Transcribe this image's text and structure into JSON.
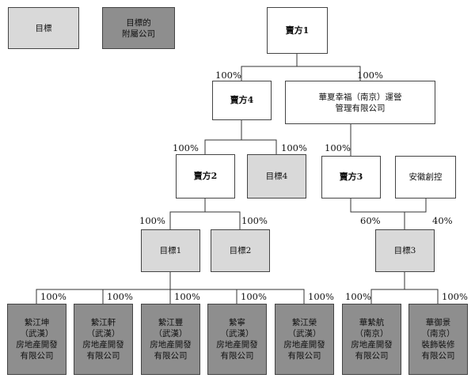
{
  "legend": {
    "target": "目標",
    "subsidiary": "目標的\n附屬公司"
  },
  "entities": {
    "seller1": "賣方1",
    "seller4": "賣方4",
    "huaxia_nanjing": "華夏幸福（南京）運營\n管理有限公司",
    "seller2": "賣方2",
    "target4": "目標4",
    "seller3": "賣方3",
    "anhui_yukong": "安徽創控",
    "target1": "目標1",
    "target2": "目標2",
    "target3": "目標3",
    "sub1": "縶江坤\n（武漢）\n房地產開發\n有限公司",
    "sub2": "縶江軒\n（武漢）\n房地產開發\n有限公司",
    "sub3": "縶江豐\n（武漢）\n房地產開發\n有限公司",
    "sub4": "縶寧\n（武漢）\n房地產開發\n有限公司",
    "sub5": "縶江榮\n（武漢）\n房地產開發\n有限公司",
    "sub6": "華縶航\n（南京）\n房地產開發\n有限公司",
    "sub7": "華御景\n（南京）\n裝飾裝修\n有限公司"
  },
  "ownership": {
    "seller1_to_seller4": "100%",
    "seller1_to_huaxia": "100%",
    "seller4_to_seller2": "100%",
    "seller4_to_target4": "100%",
    "huaxia_to_seller3": "100%",
    "seller2_to_target1": "100%",
    "seller2_to_target2": "100%",
    "seller3_to_target3": "60%",
    "anhui_to_target3": "40%",
    "target1_to_sub1": "100%",
    "target1_to_sub2": "100%",
    "target1_to_sub3": "100%",
    "target1_to_sub4": "100%",
    "target1_to_sub5": "100%",
    "target3_to_sub6": "100%",
    "target3_to_sub7": "100%"
  }
}
